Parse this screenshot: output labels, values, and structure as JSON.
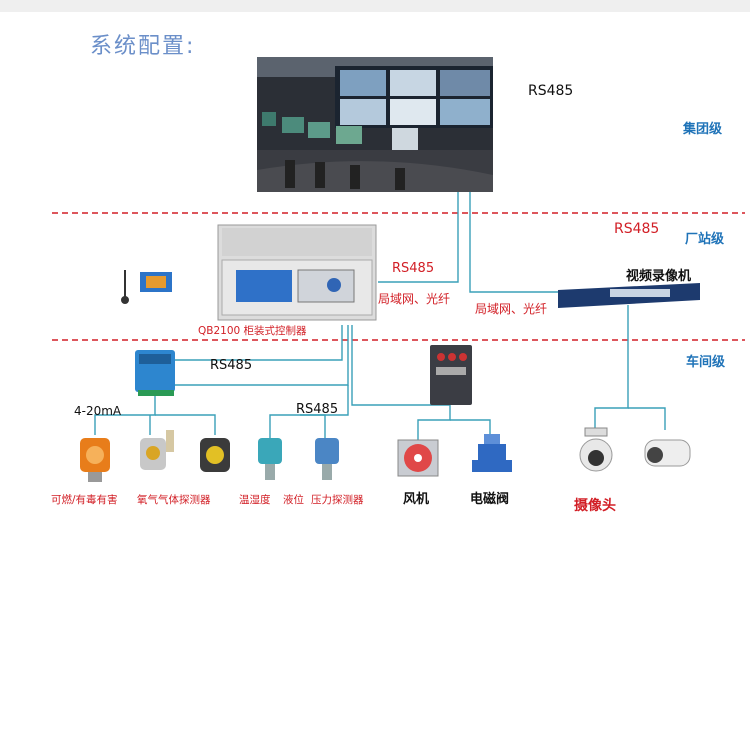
{
  "title": "系统配置:",
  "levels": {
    "group": "集团级",
    "plant": "厂站级",
    "workshop": "车间级"
  },
  "protocols": {
    "rs485_top": "RS485",
    "rs485_plant": "RS485",
    "rs485_mid": "RS485",
    "rs485_left": "RS485",
    "rs485_bottom": "RS485",
    "network": "局域网、光纤",
    "network2": "局域网、光纤",
    "analog": "4-20mA"
  },
  "devices": {
    "controller": "QB2100 柜装式控制器",
    "nvr": "视频录像机",
    "camera": "摄像头",
    "fan": "风机",
    "valve": "电磁阀",
    "gas_detectors": "可燃/有毒有害",
    "oxygen": "氧气气体探测器",
    "humidity": "温湿度",
    "level": "液位",
    "pressure": "压力探测器"
  },
  "colors": {
    "accent": "#1f73b8",
    "alert": "#d21f26",
    "line": "#3aa0b8"
  }
}
